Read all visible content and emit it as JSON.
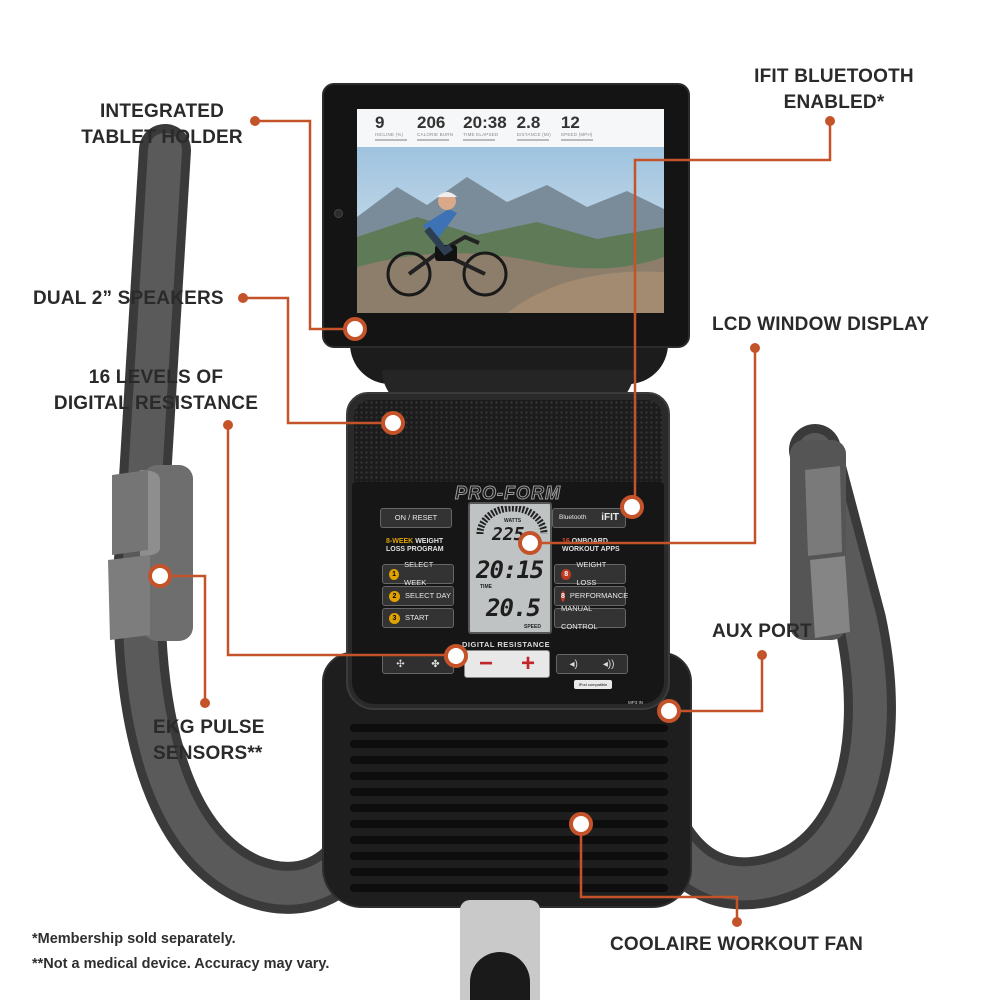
{
  "callouts": {
    "integrated_tablet_holder": [
      "INTEGRATED",
      "TABLET HOLDER"
    ],
    "ifit_bluetooth": [
      "IFIT BLUETOOTH",
      "ENABLED*"
    ],
    "dual_speakers": "DUAL 2” SPEAKERS",
    "lcd_window_display": "LCD WINDOW DISPLAY",
    "digital_resistance": [
      "16 LEVELS OF",
      "DIGITAL RESISTANCE"
    ],
    "aux_port": "AUX PORT",
    "ekg_pulse": [
      "EKG PULSE",
      "SENSORS**"
    ],
    "coolaire_fan": "COOLAIRE WORKOUT FAN"
  },
  "footnotes": {
    "membership": "*Membership sold separately.",
    "medical": "**Not a medical device. Accuracy may vary."
  },
  "tablet_stats": [
    {
      "value": "9",
      "label": "INCLINE (%)"
    },
    {
      "value": "206",
      "label": "CALORIE BURN"
    },
    {
      "value": "20:38",
      "label": "TIME ELAPSED"
    },
    {
      "value": "2.8",
      "label": "DISTANCE (MI)"
    },
    {
      "value": "12",
      "label": "SPEED (MPH)"
    }
  ],
  "console": {
    "brand": "PRO-FORM",
    "on_reset": "ON / RESET",
    "bluetooth": "Bluetooth",
    "ifit": "iFIT",
    "program_left_accent": "8-WEEK",
    "program_left_rest": "WEIGHT",
    "program_left_line2": "LOSS PROGRAM",
    "program_right_accent": "16",
    "program_right_rest": "ONBOARD",
    "program_right_line2": "WORKOUT APPS",
    "left_buttons": [
      {
        "num": "1",
        "label": "SELECT WEEK"
      },
      {
        "num": "2",
        "label": "SELECT DAY"
      },
      {
        "num": "3",
        "label": "START"
      }
    ],
    "right_buttons": [
      {
        "num": "8",
        "label": "WEIGHT LOSS"
      },
      {
        "num": "8",
        "label": "PERFORMANCE"
      },
      {
        "num": "",
        "label": "MANUAL CONTROL"
      }
    ],
    "lcd": {
      "watts_label": "WATTS",
      "watts_value": "225",
      "time_value": "20:15",
      "time_label": "TIME",
      "speed_value": "20.5",
      "speed_label": "SPEED"
    },
    "resistance_label": "DIGITAL RESISTANCE",
    "minus": "−",
    "plus": "+",
    "ipad_badge": "iPod compatible",
    "mp3_label": "MP3 IN"
  },
  "colors": {
    "accent": "#c4532a",
    "text": "#2a2a2a",
    "machine_dark": "#1e1e1e"
  }
}
